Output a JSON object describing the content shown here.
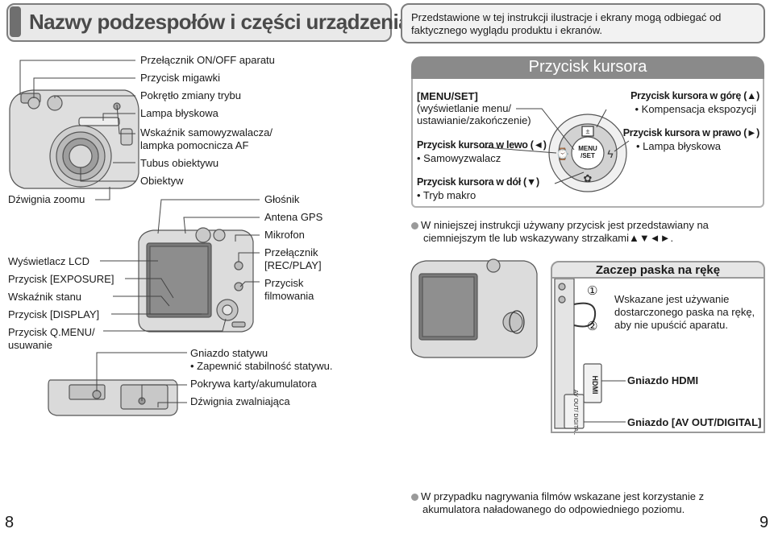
{
  "header": {
    "title": "Nazwy podzespołów i części urządzenia",
    "note": "Przedstawione w tej instrukcji ilustracje i ekrany mogą odbiegać od faktycznego wyglądu produktu i ekranów."
  },
  "camera_front_labels": {
    "onoff": "Przełącznik ON/OFF aparatu",
    "shutter": "Przycisk migawki",
    "mode_dial": "Pokrętło zmiany trybu",
    "flash": "Lampa błyskowa",
    "selftimer_line1": "Wskaźnik samowyzwalacza/",
    "selftimer_line2": "lampka pomocnicza AF",
    "lens_barrel": "Tubus obiektywu",
    "lens": "Obiektyw",
    "zoom_lever": "Dźwignia zoomu"
  },
  "camera_back_labels": {
    "lcd": "Wyświetlacz LCD",
    "exposure": "Przycisk [EXPOSURE]",
    "status": "Wskaźnik stanu",
    "display": "Przycisk [DISPLAY]",
    "qmenu_line1": "Przycisk Q.MENU/",
    "qmenu_line2": "usuwanie",
    "speaker": "Głośnik",
    "gps": "Antena GPS",
    "mic": "Mikrofon",
    "recplay_line1": "Przełącznik",
    "recplay_line2": "[REC/PLAY]",
    "movie_line1": "Przycisk",
    "movie_line2": "filmowania"
  },
  "camera_bottom_labels": {
    "tripod": "Gniazdo statywu",
    "tripod_note": "• Zapewnić stabilność statywu.",
    "card_cover": "Pokrywa karty/akumulatora",
    "release": "Dźwignia zwalniająca"
  },
  "cursor_panel": {
    "title": "Przycisk kursora",
    "menu_set_line1": "[MENU/SET]",
    "menu_set_line2": "(wyświetlanie menu/",
    "menu_set_line3": "ustawianie/zakończenie)",
    "left_label": "Przycisk kursora w lewo (◄)",
    "left_item": "• Samowyzwalacz",
    "down_label": "Przycisk kursora w dół (▼)",
    "down_item": "• Tryb makro",
    "up_label": "Przycisk kursora w górę (▲)",
    "up_item": "• Kompensacja ekspozycji",
    "right_label": "Przycisk kursora w prawo (►)",
    "right_item": "• Lampa błyskowa",
    "menu_text_line1": "MENU",
    "menu_text_line2": "/SET"
  },
  "cursor_note_line1": "W niniejszej instrukcji używany przycisk jest przedstawiany na",
  "cursor_note_line2": "ciemniejszym tle lub wskazywany strzałkami▲▼◄►.",
  "strap_panel": {
    "title": "Zaczep paska na rękę",
    "step1": "①",
    "step2": "②",
    "text_line1": "Wskazane jest używanie",
    "text_line2": "dostarczonego paska na rękę,",
    "text_line3": "aby nie upuścić aparatu."
  },
  "ports": {
    "hdmi": "Gniazdo HDMI",
    "av": "Gniazdo [AV OUT/DIGITAL]",
    "hdmi_mark": "HDMI",
    "av_mark": "AV OUT/ DIGITAL"
  },
  "footer": {
    "note_line1": "W przypadku nagrywania filmów wskazane jest korzystanie z",
    "note_line2": "akumulatora naładowanego do odpowiedniego poziomu.",
    "page_left": "8",
    "page_right": "9"
  },
  "colors": {
    "frame_gray": "#7d7d7d",
    "panel_gray": "#8a8a8a",
    "bullet_gray": "#9a9a9a"
  }
}
